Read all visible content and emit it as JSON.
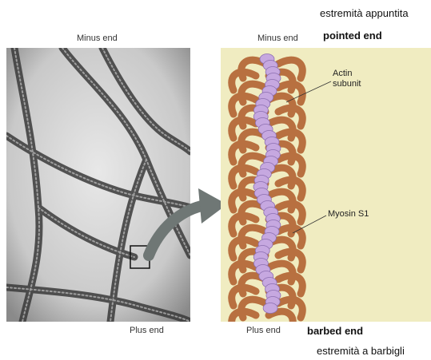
{
  "title_it_top": "estremità appuntita",
  "title_en_top": "pointed end",
  "title_en_bottom": "barbed end",
  "title_it_bottom": "estremità a barbigli",
  "micrograph": {
    "top_label": "Minus end",
    "bottom_label": "Plus end"
  },
  "diagram": {
    "top_label": "Minus end",
    "bottom_label": "Plus end",
    "actin_label_line1": "Actin",
    "actin_label_line2": "subunit",
    "myosin_label": "Myosin S1"
  },
  "colors": {
    "panel": "#f0ecc1",
    "actin": "#c6a8e0",
    "myosin": "#b87040",
    "arrow": "#6f7775"
  }
}
